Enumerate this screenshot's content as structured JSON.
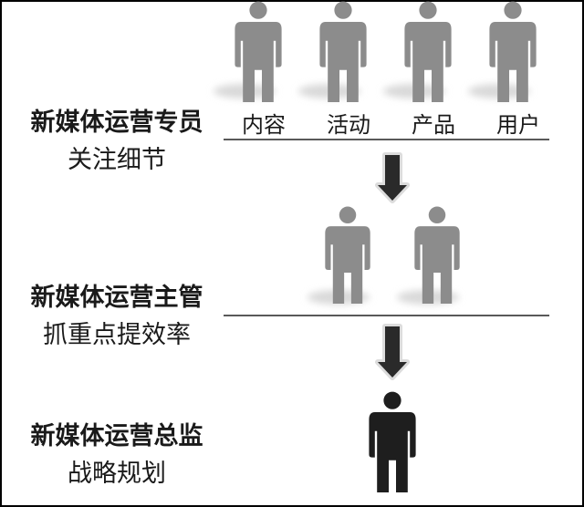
{
  "levels": [
    {
      "title": "新媒体运营专员",
      "subtitle": "关注细节",
      "labels": [
        "内容",
        "活动",
        "产品",
        "用户"
      ]
    },
    {
      "title": "新媒体运营主管",
      "subtitle": "抓重点提效率"
    },
    {
      "title": "新媒体运营总监",
      "subtitle": "战略规划"
    }
  ],
  "colors": {
    "person_gray": "#8c8c8c",
    "person_dark": "#1e1e1e",
    "shadow": "#d9d9d9",
    "line": "#222222",
    "arrow": "#2a2a2a",
    "border": "#000000"
  }
}
